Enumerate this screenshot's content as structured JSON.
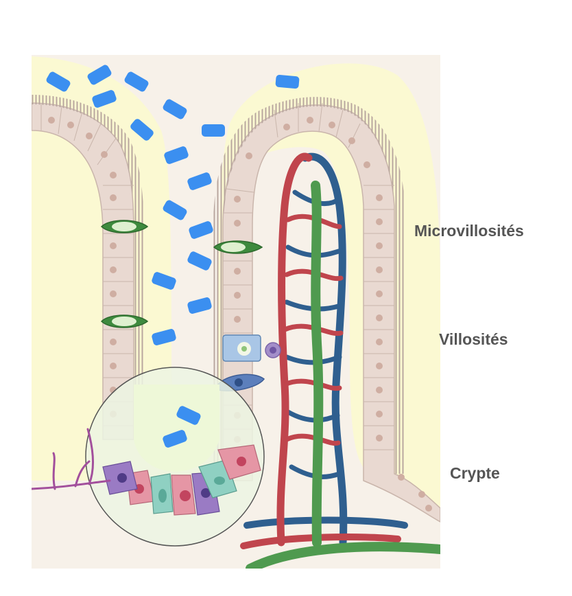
{
  "labels": {
    "microvilli": "Microvillosités",
    "villi": "Villosités",
    "crypt": "Crypte"
  },
  "colors": {
    "tissue_background": "#f7f1e9",
    "lumen_mucus": "#fbf9d2",
    "epithelial_cell": "#e9d9d1",
    "cell_nucleus": "#cfaea2",
    "goblet_cell": "#3e8a3e",
    "particle": "#3b8ff0",
    "artery": "#c0454d",
    "vein": "#2f5f8f",
    "lacteal": "#4f9a4f",
    "crypt_zoom": "#ecf4e3",
    "label_text": "#555555"
  },
  "icons": [
    "food-particle-icon",
    "goblet-cell-icon",
    "immune-cell-icon",
    "paneth-cell-icon",
    "stem-cell-icon",
    "neuron-icon"
  ]
}
